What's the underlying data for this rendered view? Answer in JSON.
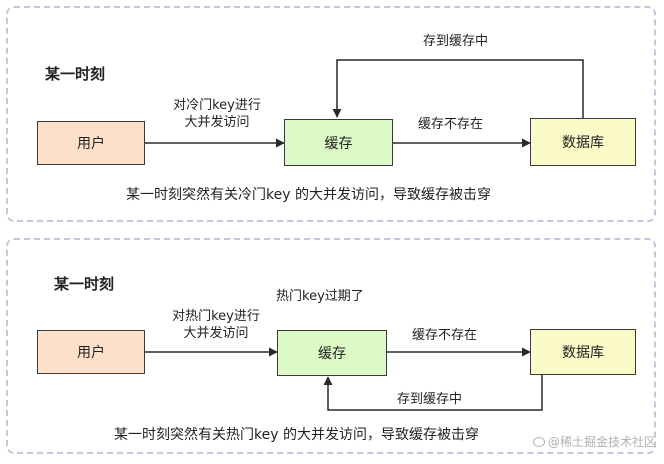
{
  "panel1": {
    "title": "某一时刻",
    "user": "用户",
    "cache": "缓存",
    "db": "数据库",
    "edge_user_cache": [
      "对冷门key进行",
      "大并发访问"
    ],
    "edge_cache_db": "缓存不存在",
    "edge_db_cache": "存到缓存中",
    "caption": "某一时刻突然有关冷门key 的大并发访问，导致缓存被击穿"
  },
  "panel2": {
    "title": "某一时刻",
    "note": "热门key过期了",
    "user": "用户",
    "cache": "缓存",
    "db": "数据库",
    "edge_user_cache": [
      "对热门key进行",
      "大并发访问"
    ],
    "edge_cache_db": "缓存不存在",
    "edge_db_cache": "存到缓存中",
    "caption": "某一时刻突然有关热门key 的大并发访问，导致缓存被击穿"
  },
  "watermark": "@稀土掘金技术社区",
  "colors": {
    "user_fill": "#fde0c9",
    "cache_fill": "#dcf9c8",
    "db_fill": "#fbfbc8",
    "panel_border": "#c9c3dc"
  }
}
